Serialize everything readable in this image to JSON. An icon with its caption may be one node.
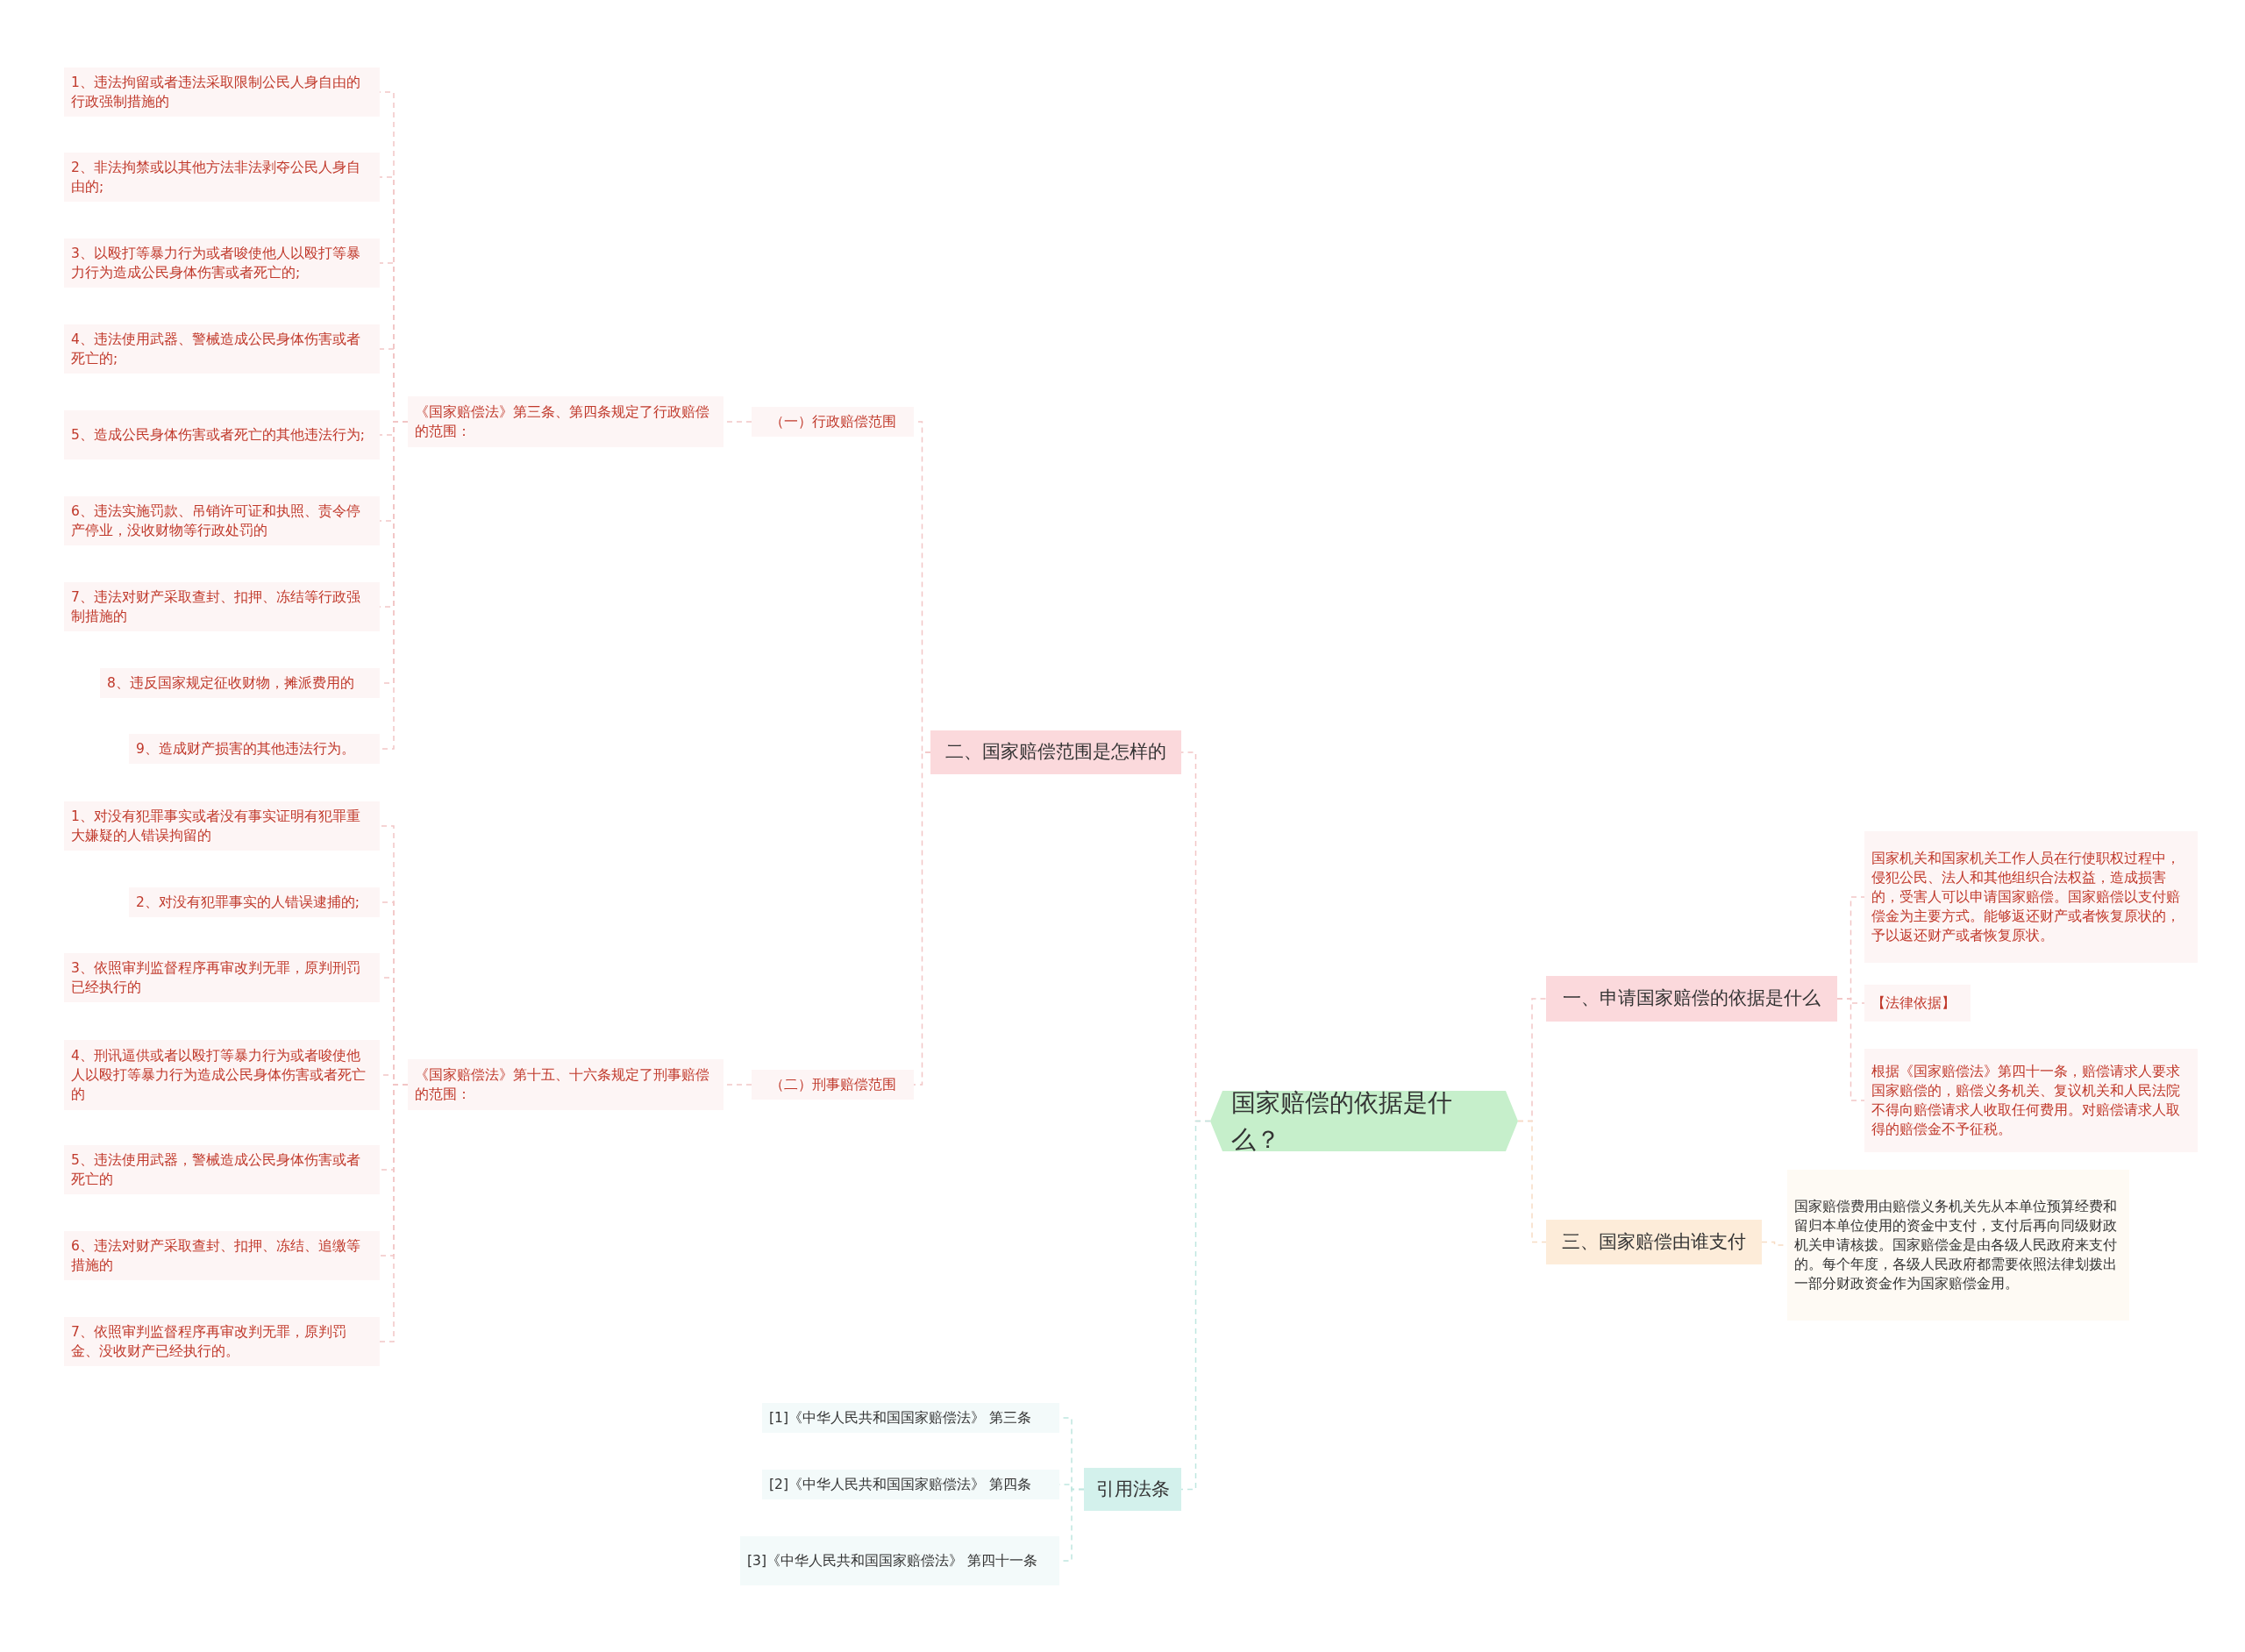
{
  "diagram": {
    "nodes": [
      {
        "text": [
          "国家赔偿的依据是什么？"
        ]
      },
      {
        "text": [
          "一、申请国家赔偿的依据是什么"
        ]
      },
      {
        "text": [
          "国家机关和国家机关工作人员在行使职权过程中，侵犯公民、法人和其他组织合法权益，造成损害的，受害人可以申请国家赔偿。国家赔偿以支付赔偿金为主要方式。能够返还财产或者恢复原状的，予以返还财产或者恢复原状。"
        ]
      },
      {
        "text": [
          "【法律依据】"
        ]
      },
      {
        "text": [
          "根据《国家赔偿法》第四十一条，赔偿请求人要求国家赔偿的，赔偿义务机关、复议机关和人民法院不得向赔偿请求人收取任何费用。对赔偿请求人取得的赔偿金不予征税。"
        ]
      },
      {
        "text": [
          "三、国家赔偿由谁支付"
        ]
      },
      {
        "text": [
          "国家赔偿费用由赔偿义务机关先从本单位预算经费和留归本单位使用的资金中支付，支付后再向同级财政机关申请核拨。国家赔偿金是由各级人民政府来支付的。每个年度，各级人民政府都需要依照法律划拨出一部分财政资金作为国家赔偿金用。"
        ]
      },
      {
        "text": [
          "二、国家赔偿范围是怎样的"
        ]
      },
      {
        "text": [
          "（一）行政赔偿范围"
        ]
      },
      {
        "text": [
          "《国家赔偿法》第三条、第四条规定了行政赔偿的范围："
        ]
      },
      {
        "text": [
          "1、违法拘留或者违法采取限制公民人身自由的行政强制措施的"
        ]
      },
      {
        "text": [
          "2、非法拘禁或以其他方法非法剥夺公民人身自由的;"
        ]
      },
      {
        "text": [
          "3、以殴打等暴力行为或者唆使他人以殴打等暴力行为造成公民身体伤害或者死亡的;"
        ]
      },
      {
        "text": [
          "4、违法使用武器、警械造成公民身体伤害或者死亡的;"
        ]
      },
      {
        "text": [
          "5、造成公民身体伤害或者死亡的其他违法行为;"
        ]
      },
      {
        "text": [
          "6、违法实施罚款、吊销许可证和执照、责令停产停业，没收财物等行政处罚的"
        ]
      },
      {
        "text": [
          "7、违法对财产采取查封、扣押、冻结等行政强制措施的"
        ]
      },
      {
        "text": [
          "8、违反国家规定征收财物，摊派费用的"
        ]
      },
      {
        "text": [
          "9、造成财产损害的其他违法行为。"
        ]
      },
      {
        "text": [
          "（二）刑事赔偿范围"
        ]
      },
      {
        "text": [
          "《国家赔偿法》第十五、十六条规定了刑事赔偿的范围："
        ]
      },
      {
        "text": [
          "1、对没有犯罪事实或者没有事实证明有犯罪重大嫌疑的人错误拘留的"
        ]
      },
      {
        "text": [
          "2、对没有犯罪事实的人错误逮捕的;"
        ]
      },
      {
        "text": [
          "3、依照审判监督程序再审改判无罪，原判刑罚已经执行的"
        ]
      },
      {
        "text": [
          "4、刑讯逼供或者以殴打等暴力行为或者唆使他人以殴打等暴力行为造成公民身体伤害或者死亡的"
        ]
      },
      {
        "text": [
          "5、违法使用武器，警械造成公民身体伤害或者死亡的"
        ]
      },
      {
        "text": [
          "6、违法对财产采取查封、扣押、冻结、追缴等措施的"
        ]
      },
      {
        "text": [
          "7、依照审判监督程序再审改判无罪，原判罚金、没收财产已经执行的。"
        ]
      },
      {
        "text": [
          "引用法条"
        ]
      },
      {
        "text": [
          "[1]《中华人民共和国国家赔偿法》 第三条"
        ]
      },
      {
        "text": [
          "[2]《中华人民共和国国家赔偿法》 第四条"
        ]
      },
      {
        "text": [
          "[3]《中华人民共和国国家赔偿法》 第四十一条"
        ]
      }
    ],
    "edges": [
      {
        "from": 0,
        "to": 1,
        "arrow": "none",
        "style": "dashed"
      },
      {
        "from": 1,
        "to": 2,
        "arrow": "none",
        "style": "dashed"
      },
      {
        "from": 1,
        "to": 3,
        "arrow": "none",
        "style": "dashed"
      },
      {
        "from": 1,
        "to": 4,
        "arrow": "none",
        "style": "dashed"
      },
      {
        "from": 0,
        "to": 5,
        "arrow": "none",
        "style": "dashed",
        "color": "#f7dcc4"
      },
      {
        "from": 5,
        "to": 6,
        "arrow": "none",
        "style": "dashed",
        "color": "#f7dcc4"
      },
      {
        "from": 0,
        "to": 7,
        "arrow": "none",
        "style": "dashed"
      },
      {
        "from": 7,
        "to": 8,
        "arrow": "none",
        "style": "dashed"
      },
      {
        "from": 8,
        "to": 9,
        "arrow": "none",
        "style": "dashed"
      },
      {
        "from": 9,
        "to": 10,
        "arrow": "none",
        "style": "dashed"
      },
      {
        "from": 9,
        "to": 11,
        "arrow": "none",
        "style": "dashed"
      },
      {
        "from": 9,
        "to": 12,
        "arrow": "none",
        "style": "dashed"
      },
      {
        "from": 9,
        "to": 13,
        "arrow": "none",
        "style": "dashed"
      },
      {
        "from": 9,
        "to": 14,
        "arrow": "none",
        "style": "dashed"
      },
      {
        "from": 9,
        "to": 15,
        "arrow": "none",
        "style": "dashed"
      },
      {
        "from": 9,
        "to": 16,
        "arrow": "none",
        "style": "dashed"
      },
      {
        "from": 9,
        "to": 17,
        "arrow": "none",
        "style": "dashed"
      },
      {
        "from": 9,
        "to": 18,
        "arrow": "none",
        "style": "dashed"
      },
      {
        "from": 7,
        "to": 19,
        "arrow": "none",
        "style": "dashed"
      },
      {
        "from": 19,
        "to": 20,
        "arrow": "none",
        "style": "dashed"
      },
      {
        "from": 20,
        "to": 21,
        "arrow": "none",
        "style": "dashed"
      },
      {
        "from": 20,
        "to": 22,
        "arrow": "none",
        "style": "dashed"
      },
      {
        "from": 20,
        "to": 23,
        "arrow": "none",
        "style": "dashed"
      },
      {
        "from": 20,
        "to": 24,
        "arrow": "none",
        "style": "dashed"
      },
      {
        "from": 20,
        "to": 25,
        "arrow": "none",
        "style": "dashed"
      },
      {
        "from": 20,
        "to": 26,
        "arrow": "none",
        "style": "dashed"
      },
      {
        "from": 20,
        "to": 27,
        "arrow": "none",
        "style": "dashed"
      },
      {
        "from": 0,
        "to": 28,
        "arrow": "none",
        "style": "dashed",
        "color": "#bfe6e0"
      },
      {
        "from": 28,
        "to": 29,
        "arrow": "none",
        "style": "dashed",
        "color": "#bfe6e0"
      },
      {
        "from": 28,
        "to": 30,
        "arrow": "none",
        "style": "dashed",
        "color": "#bfe6e0"
      },
      {
        "from": 28,
        "to": 31,
        "arrow": "none",
        "style": "dashed",
        "color": "#bfe6e0"
      }
    ]
  }
}
